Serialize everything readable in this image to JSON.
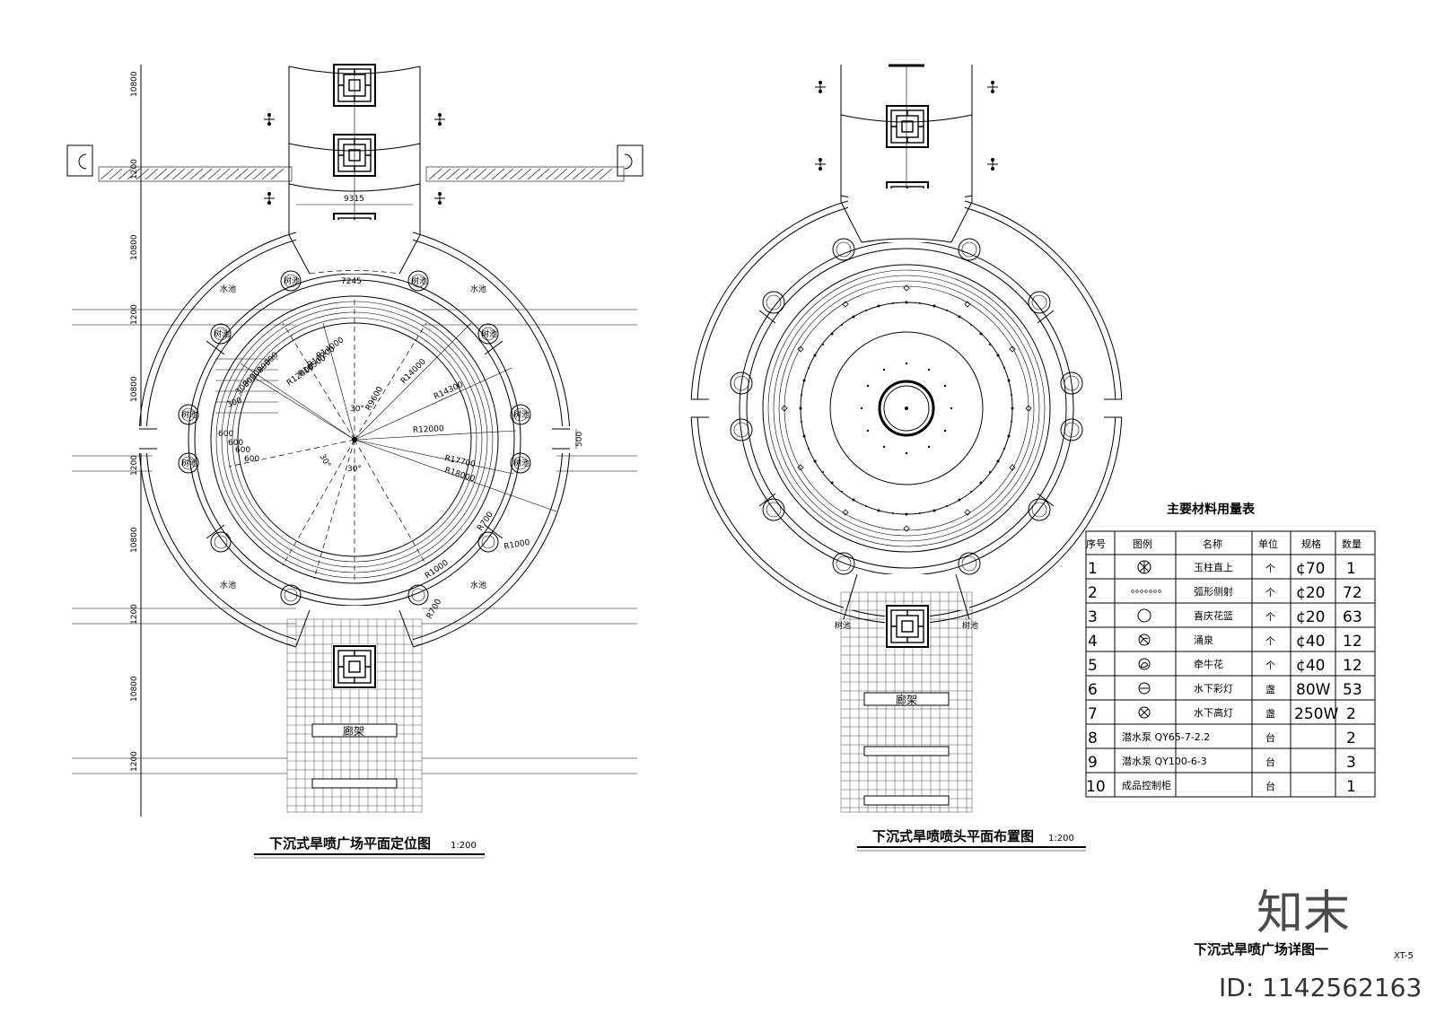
{
  "plan_left": {
    "title": "下沉式旱喷广场平面定位图",
    "scale": "1:200",
    "dims_vertical": [
      "10800",
      "1200",
      "10800",
      "1200",
      "10800",
      "1200",
      "10800",
      "1200",
      "10800",
      "1200"
    ],
    "dim_top_width": "9315",
    "dim_inner_width": "7245",
    "radii": [
      "R12000",
      "R14000",
      "R14300",
      "R17700",
      "R18000",
      "R9600",
      "R12000",
      "R10500",
      "R10200",
      "R14000"
    ],
    "step_dims": [
      "300",
      "300",
      "300",
      "300",
      "300",
      "300",
      "600",
      "600",
      "600",
      "600"
    ],
    "angle": "30°",
    "small_radii": [
      "R700",
      "R1000",
      "R1000",
      "R700"
    ],
    "right_dim": "500",
    "pool_label": "水池",
    "tree_label": "树池",
    "pavilion_label": "廊架"
  },
  "plan_right": {
    "title": "下沉式旱喷喷头平面布置图",
    "scale": "1:200",
    "tree_label": "树池",
    "pavilion_label": "廊架"
  },
  "materials": {
    "title": "主要材料用量表",
    "headers": [
      "序号",
      "图例",
      "名称",
      "单位",
      "规格",
      "数量"
    ],
    "rows": [
      {
        "no": "1",
        "icon": "column-jet-icon",
        "name": "玉柱直上",
        "unit": "个",
        "spec": "¢70",
        "qty": "1"
      },
      {
        "no": "2",
        "icon": "arc-jet-icon",
        "name": "弧形侧射",
        "unit": "个",
        "spec": "¢20",
        "qty": "72"
      },
      {
        "no": "3",
        "icon": "basket-jet-icon",
        "name": "喜庆花篮",
        "unit": "个",
        "spec": "¢20",
        "qty": "63"
      },
      {
        "no": "4",
        "icon": "surge-jet-icon",
        "name": "涌泉",
        "unit": "个",
        "spec": "¢40",
        "qty": "12"
      },
      {
        "no": "5",
        "icon": "morning-glory-icon",
        "name": "牵牛花",
        "unit": "个",
        "spec": "¢40",
        "qty": "12"
      },
      {
        "no": "6",
        "icon": "underwater-color-light-icon",
        "name": "水下彩灯",
        "unit": "盏",
        "spec": "80W",
        "qty": "53"
      },
      {
        "no": "7",
        "icon": "underwater-high-light-icon",
        "name": "水下高灯",
        "unit": "盏",
        "spec": "250W",
        "qty": "2"
      },
      {
        "no": "8",
        "icon": "",
        "name": "潜水泵 QY65-7-2.2",
        "unit": "台",
        "spec": "",
        "qty": "2"
      },
      {
        "no": "9",
        "icon": "",
        "name": "潜水泵 QY100-6-3",
        "unit": "台",
        "spec": "",
        "qty": "3"
      },
      {
        "no": "10",
        "icon": "",
        "name": "成品控制柜",
        "unit": "台",
        "spec": "",
        "qty": "1"
      }
    ]
  },
  "sheet": {
    "title": "下沉式旱喷广场详图一",
    "number": "XT-5",
    "brand": "知末",
    "id_text": "ID: 1142562163"
  }
}
